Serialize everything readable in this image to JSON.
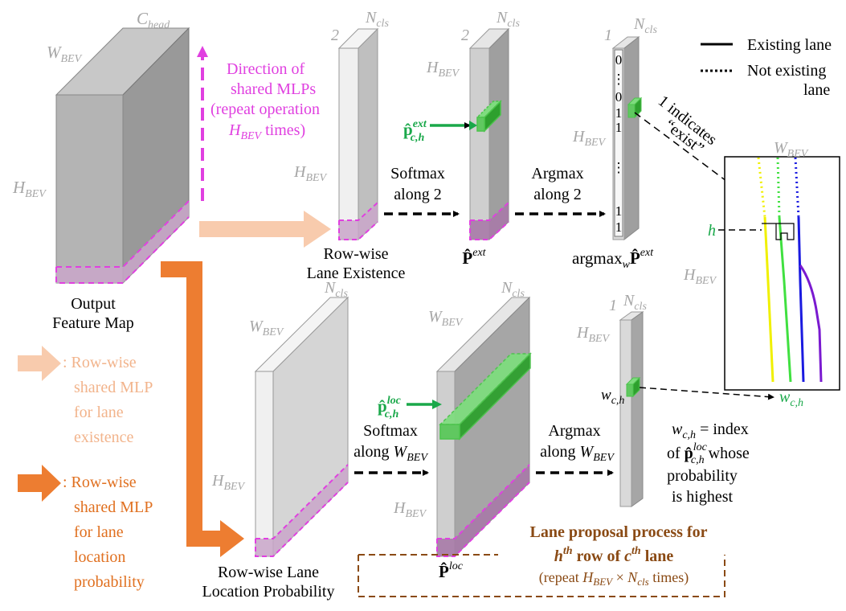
{
  "output_map": {
    "c_head": "C",
    "c_head_sub": "head",
    "w_bev": "W",
    "w_bev_sub": "BEV",
    "h_bev": "H",
    "h_bev_sub": "BEV",
    "label1": "Output",
    "label2": "Feature Map"
  },
  "mlp_direction": {
    "line1": "Direction of",
    "line2": "shared MLPs",
    "line3": "(repeat operation",
    "line4_var": "H",
    "line4_sub": "BEV",
    "line4_rest": " times)"
  },
  "existence_tensor": {
    "ncls": "N",
    "ncls_sub": "cls",
    "dim": "2",
    "h": "H",
    "h_sub": "BEV",
    "label1": "Row-wise",
    "label2": "Lane Existence"
  },
  "softmax_ext": {
    "line1": "Softmax",
    "line2": "along 2"
  },
  "p_ext": {
    "ncls": "N",
    "ncls_sub": "cls",
    "dim": "2",
    "h": "H",
    "h_sub": "BEV",
    "hat_p": "P̂",
    "sup": "ext",
    "label": "P̂",
    "label_sup": "ext",
    "pch": "p̂",
    "pch_sup": "ext",
    "pch_sub": "c,h"
  },
  "argmax_ext": {
    "line1": "Argmax",
    "line2": "along 2"
  },
  "argmax_vector": {
    "ncls": "N",
    "ncls_sub": "cls",
    "dim": "1",
    "h": "H",
    "h_sub": "BEV",
    "cells": [
      "0",
      "⋮",
      "0",
      "1",
      "1",
      "⋮",
      "1",
      "1"
    ],
    "label_pre": "argmax",
    "label_sub": "w",
    "label_p": "P̂",
    "label_sup": "ext"
  },
  "annotation_exist": {
    "line1": "1 indicates",
    "line2": "“exist”"
  },
  "legend": {
    "existing": "Existing lane",
    "not_existing1": "Not existing",
    "not_existing2": "lane"
  },
  "bev_view": {
    "w": "W",
    "w_sub": "BEV",
    "h_left": "H",
    "h_left_sub": "BEV",
    "h_row": "h",
    "wch": "w",
    "wch_sub": "c,h",
    "colors": {
      "yellow": "#f0f000",
      "green": "#40e040",
      "blue": "#1a1ae0",
      "violet": "#7a1ad0"
    }
  },
  "location_tensor": {
    "ncls": "N",
    "ncls_sub": "cls",
    "w": "W",
    "w_sub": "BEV",
    "h": "H",
    "h_sub": "BEV",
    "label1": "Row-wise Lane",
    "label2": "Location Probability"
  },
  "softmax_loc": {
    "line1": "Softmax",
    "line2_pre": "along ",
    "line2_var": "W",
    "line2_sub": "BEV"
  },
  "p_loc": {
    "ncls": "N",
    "ncls_sub": "cls",
    "w": "W",
    "w_sub": "BEV",
    "h": "H",
    "h_sub": "BEV",
    "label": "P̂",
    "label_sup": "loc",
    "pch": "p̂",
    "pch_sup": "loc",
    "pch_sub": "c,h"
  },
  "argmax_loc": {
    "line1": "Argmax",
    "line2_pre": "along ",
    "line2_var": "W",
    "line2_sub": "BEV"
  },
  "loc_vector": {
    "ncls": "N",
    "ncls_sub": "cls",
    "dim": "1",
    "h": "H",
    "h_sub": "BEV",
    "wch": "w",
    "wch_sub": "c,h"
  },
  "wch_definition": {
    "lhs": "w",
    "lhs_sub": "c,h",
    "eq": " = index",
    "l2_pre": "of ",
    "l2_var": "p̂",
    "l2_sup": "loc",
    "l2_sub": "c,h",
    "l2_post": " whose",
    "l3": "probability",
    "l4": "is highest"
  },
  "legend_left": {
    "peach": {
      "l1": ": Row-wise",
      "l2": "shared MLP",
      "l3": "for lane",
      "l4": "existence"
    },
    "orange": {
      "l1": ": Row-wise",
      "l2": "shared MLP",
      "l3": "for lane",
      "l4": "location",
      "l5": "probability"
    }
  },
  "proposal_box": {
    "title1": "Lane proposal process for",
    "t2_h": "h",
    "t2_th": "th",
    "t2_mid": " row of ",
    "t2_c": "c",
    "t2_cth": "th",
    "t2_end": " lane",
    "l3_pre": "(repeat ",
    "l3_h": "H",
    "l3_hsub": "BEV",
    "l3_x": " × ",
    "l3_n": "N",
    "l3_nsub": "cls",
    "l3_end": " times)"
  }
}
